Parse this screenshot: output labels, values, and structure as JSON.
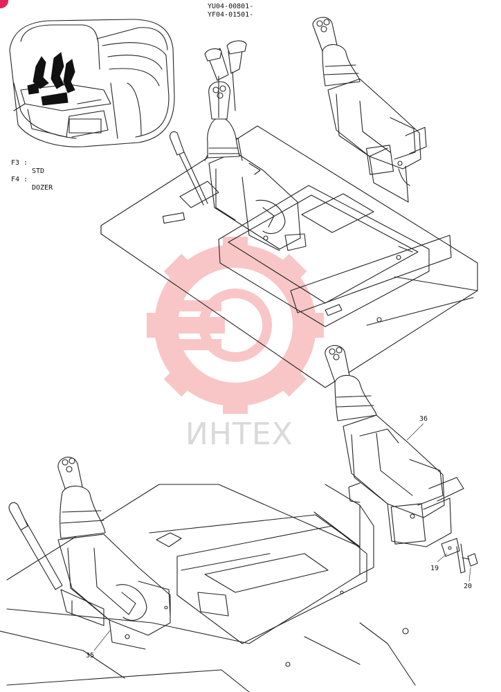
{
  "header": {
    "serial_1": "YU04-00801-",
    "serial_2": "YF04-01501-"
  },
  "variants": [
    {
      "code": "F3 :",
      "label": "STD"
    },
    {
      "code": "F4 :",
      "label": "DOZER"
    }
  ],
  "watermark": {
    "text": "ИНТЕХ",
    "color": "#f4a7a7"
  },
  "callouts": {
    "p35": "35",
    "p36": "36",
    "p19": "19",
    "p20": "20"
  },
  "colors": {
    "badge": "#e4245b",
    "line": "#222222"
  }
}
